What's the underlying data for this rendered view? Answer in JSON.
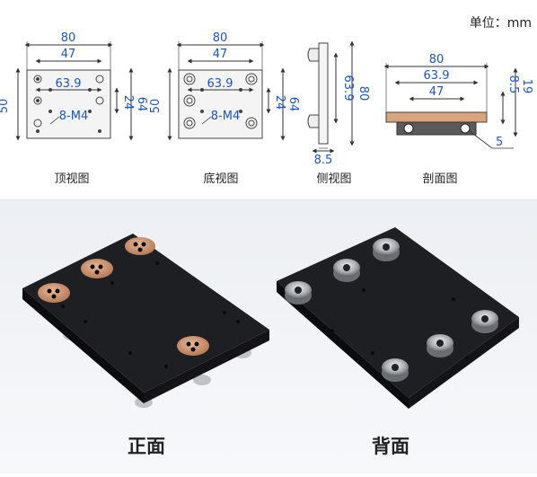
{
  "unit_label": "单位：mm",
  "views": {
    "top": {
      "caption": "顶视图",
      "dims": {
        "w80": "80",
        "w47": "47",
        "w639": "63.9",
        "h50": "50",
        "h24": "24",
        "h64": "64",
        "holes": "8-M4"
      }
    },
    "bottom": {
      "caption": "底视图",
      "dims": {
        "w80": "80",
        "w47": "47",
        "w639": "63.9",
        "h50": "50",
        "h24": "24",
        "h64": "64",
        "holes": "8-M4"
      }
    },
    "side": {
      "caption": "侧视图",
      "dims": {
        "h639": "63.9",
        "h80": "80",
        "w85": "8.5"
      }
    },
    "section": {
      "caption": "剖面图",
      "dims": {
        "w80": "80",
        "w639": "63.9",
        "w47": "47",
        "h85": "8.5",
        "h19": "19",
        "d5": "5"
      }
    }
  },
  "photos": {
    "front_label": "正面",
    "back_label": "背面"
  },
  "colors": {
    "dimension": "#1a56c8",
    "plate": "#1b1b1d",
    "copper": "#c98f6a",
    "section_fill": "#d9a47c"
  }
}
